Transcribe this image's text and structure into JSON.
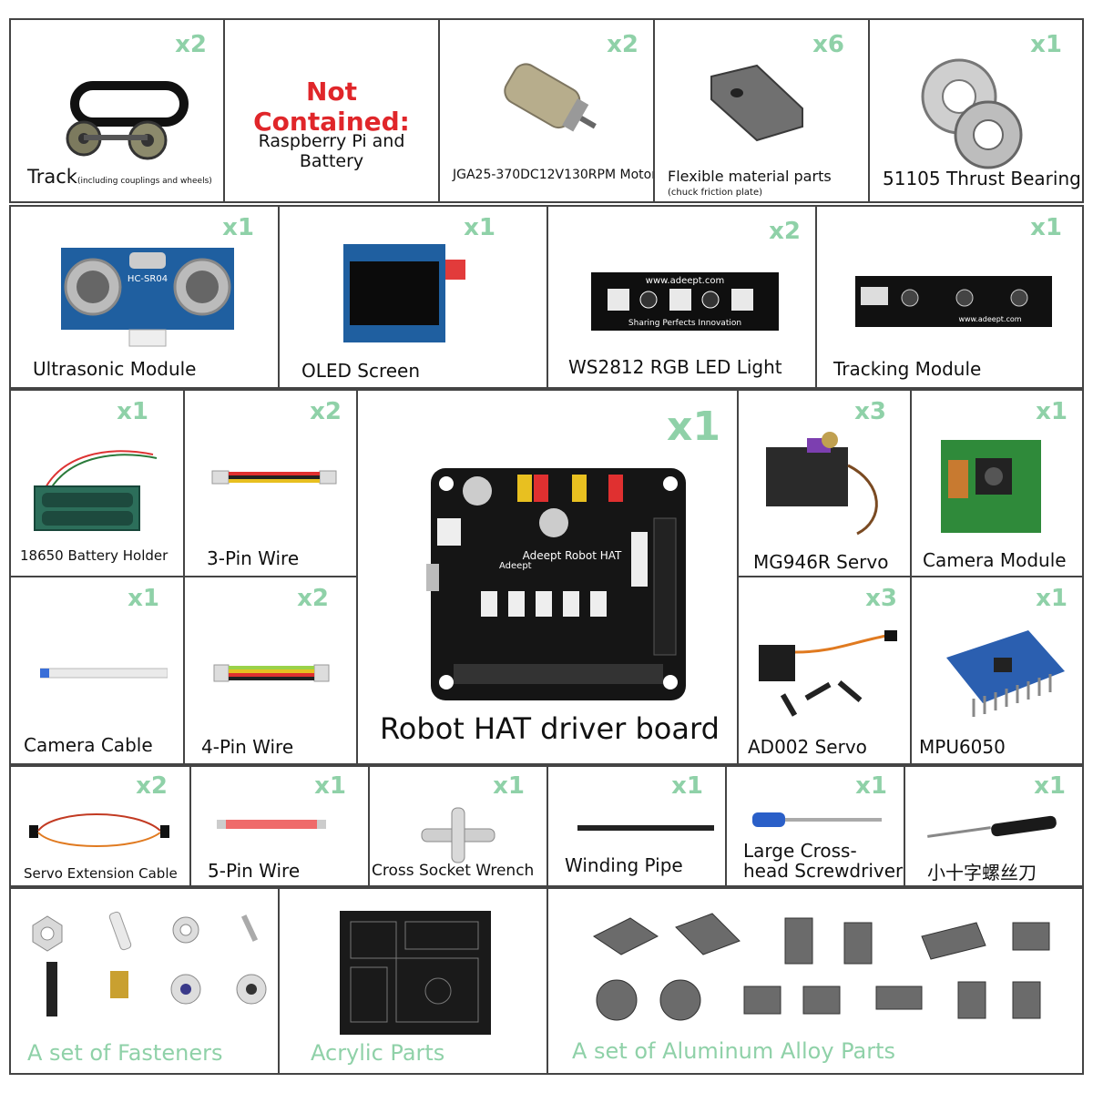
{
  "accent_green": "#8fd1a8",
  "accent_red": "#e0262a",
  "row1": {
    "track": {
      "qty": "x2",
      "label": "Track",
      "note": "(including couplings and wheels)"
    },
    "not_contained": {
      "title": "Not Contained:",
      "text": "Raspberry Pi and Battery"
    },
    "motor": {
      "qty": "x2",
      "label": "JGA25-370DC12V130RPM Motor"
    },
    "flexible": {
      "qty": "x6",
      "label": "Flexible material parts",
      "note": "(chuck friction plate)"
    },
    "bearing": {
      "qty": "x1",
      "label": "51105 Thrust Bearing"
    }
  },
  "row2": {
    "ultrasonic": {
      "qty": "x1",
      "label": "Ultrasonic Module",
      "chip": "HC-SR04"
    },
    "oled": {
      "qty": "x1",
      "label": "OLED Screen"
    },
    "ws2812": {
      "qty": "x2",
      "label": "WS2812 RGB LED Light",
      "site": "www.adeept.com",
      "slogan": "Sharing Perfects Innovation"
    },
    "tracking": {
      "qty": "x1",
      "label": "Tracking Module",
      "site": "www.adeept.com"
    }
  },
  "row3": {
    "battery_holder": {
      "qty": "x1",
      "label": "18650 Battery Holder"
    },
    "pin3": {
      "qty": "x2",
      "label": "3-Pin Wire"
    },
    "hat": {
      "qty": "x1",
      "label": "Robot HAT driver board",
      "board_text": "Adeept Robot HAT",
      "brand": "Adeept"
    },
    "mg946r": {
      "qty": "x3",
      "label": "MG946R Servo"
    },
    "camera": {
      "qty": "x1",
      "label": "Camera Module"
    }
  },
  "row4": {
    "camera_cable": {
      "qty": "x1",
      "label": "Camera Cable"
    },
    "pin4": {
      "qty": "x2",
      "label": "4-Pin Wire"
    },
    "ad002": {
      "qty": "x3",
      "label": "AD002 Servo"
    },
    "mpu": {
      "qty": "x1",
      "label": "MPU6050"
    }
  },
  "row5": {
    "servo_ext": {
      "qty": "x2",
      "label": "Servo Extension Cable"
    },
    "pin5": {
      "qty": "x1",
      "label": "5-Pin Wire"
    },
    "wrench": {
      "qty": "x1",
      "label": "Cross Socket Wrench"
    },
    "winding": {
      "qty": "x1",
      "label": "Winding Pipe"
    },
    "large_driver": {
      "qty": "x1",
      "label_1": "Large Cross-",
      "label_2": "head Screwdriver"
    },
    "small_driver": {
      "qty": "x1",
      "label": "小十字螺丝刀"
    }
  },
  "row6": {
    "fasteners": {
      "label": "A set of Fasteners"
    },
    "acrylic": {
      "label": "Acrylic Parts"
    },
    "aluminum": {
      "label": "A set of Aluminum Alloy Parts"
    }
  }
}
